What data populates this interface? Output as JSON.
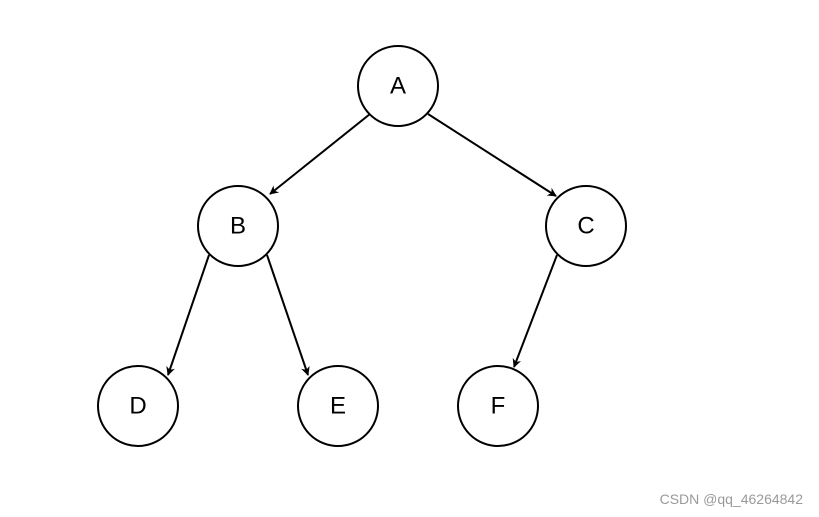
{
  "diagram": {
    "nodes": {
      "A": "A",
      "B": "B",
      "C": "C",
      "D": "D",
      "E": "E",
      "F": "F"
    },
    "edges": [
      [
        "A",
        "B"
      ],
      [
        "A",
        "C"
      ],
      [
        "B",
        "D"
      ],
      [
        "B",
        "E"
      ],
      [
        "C",
        "F"
      ]
    ]
  },
  "watermark": "CSDN @qq_46264842",
  "colors": {
    "stroke": "#000000",
    "fill": "#ffffff",
    "watermark": "#9a9a9a"
  }
}
